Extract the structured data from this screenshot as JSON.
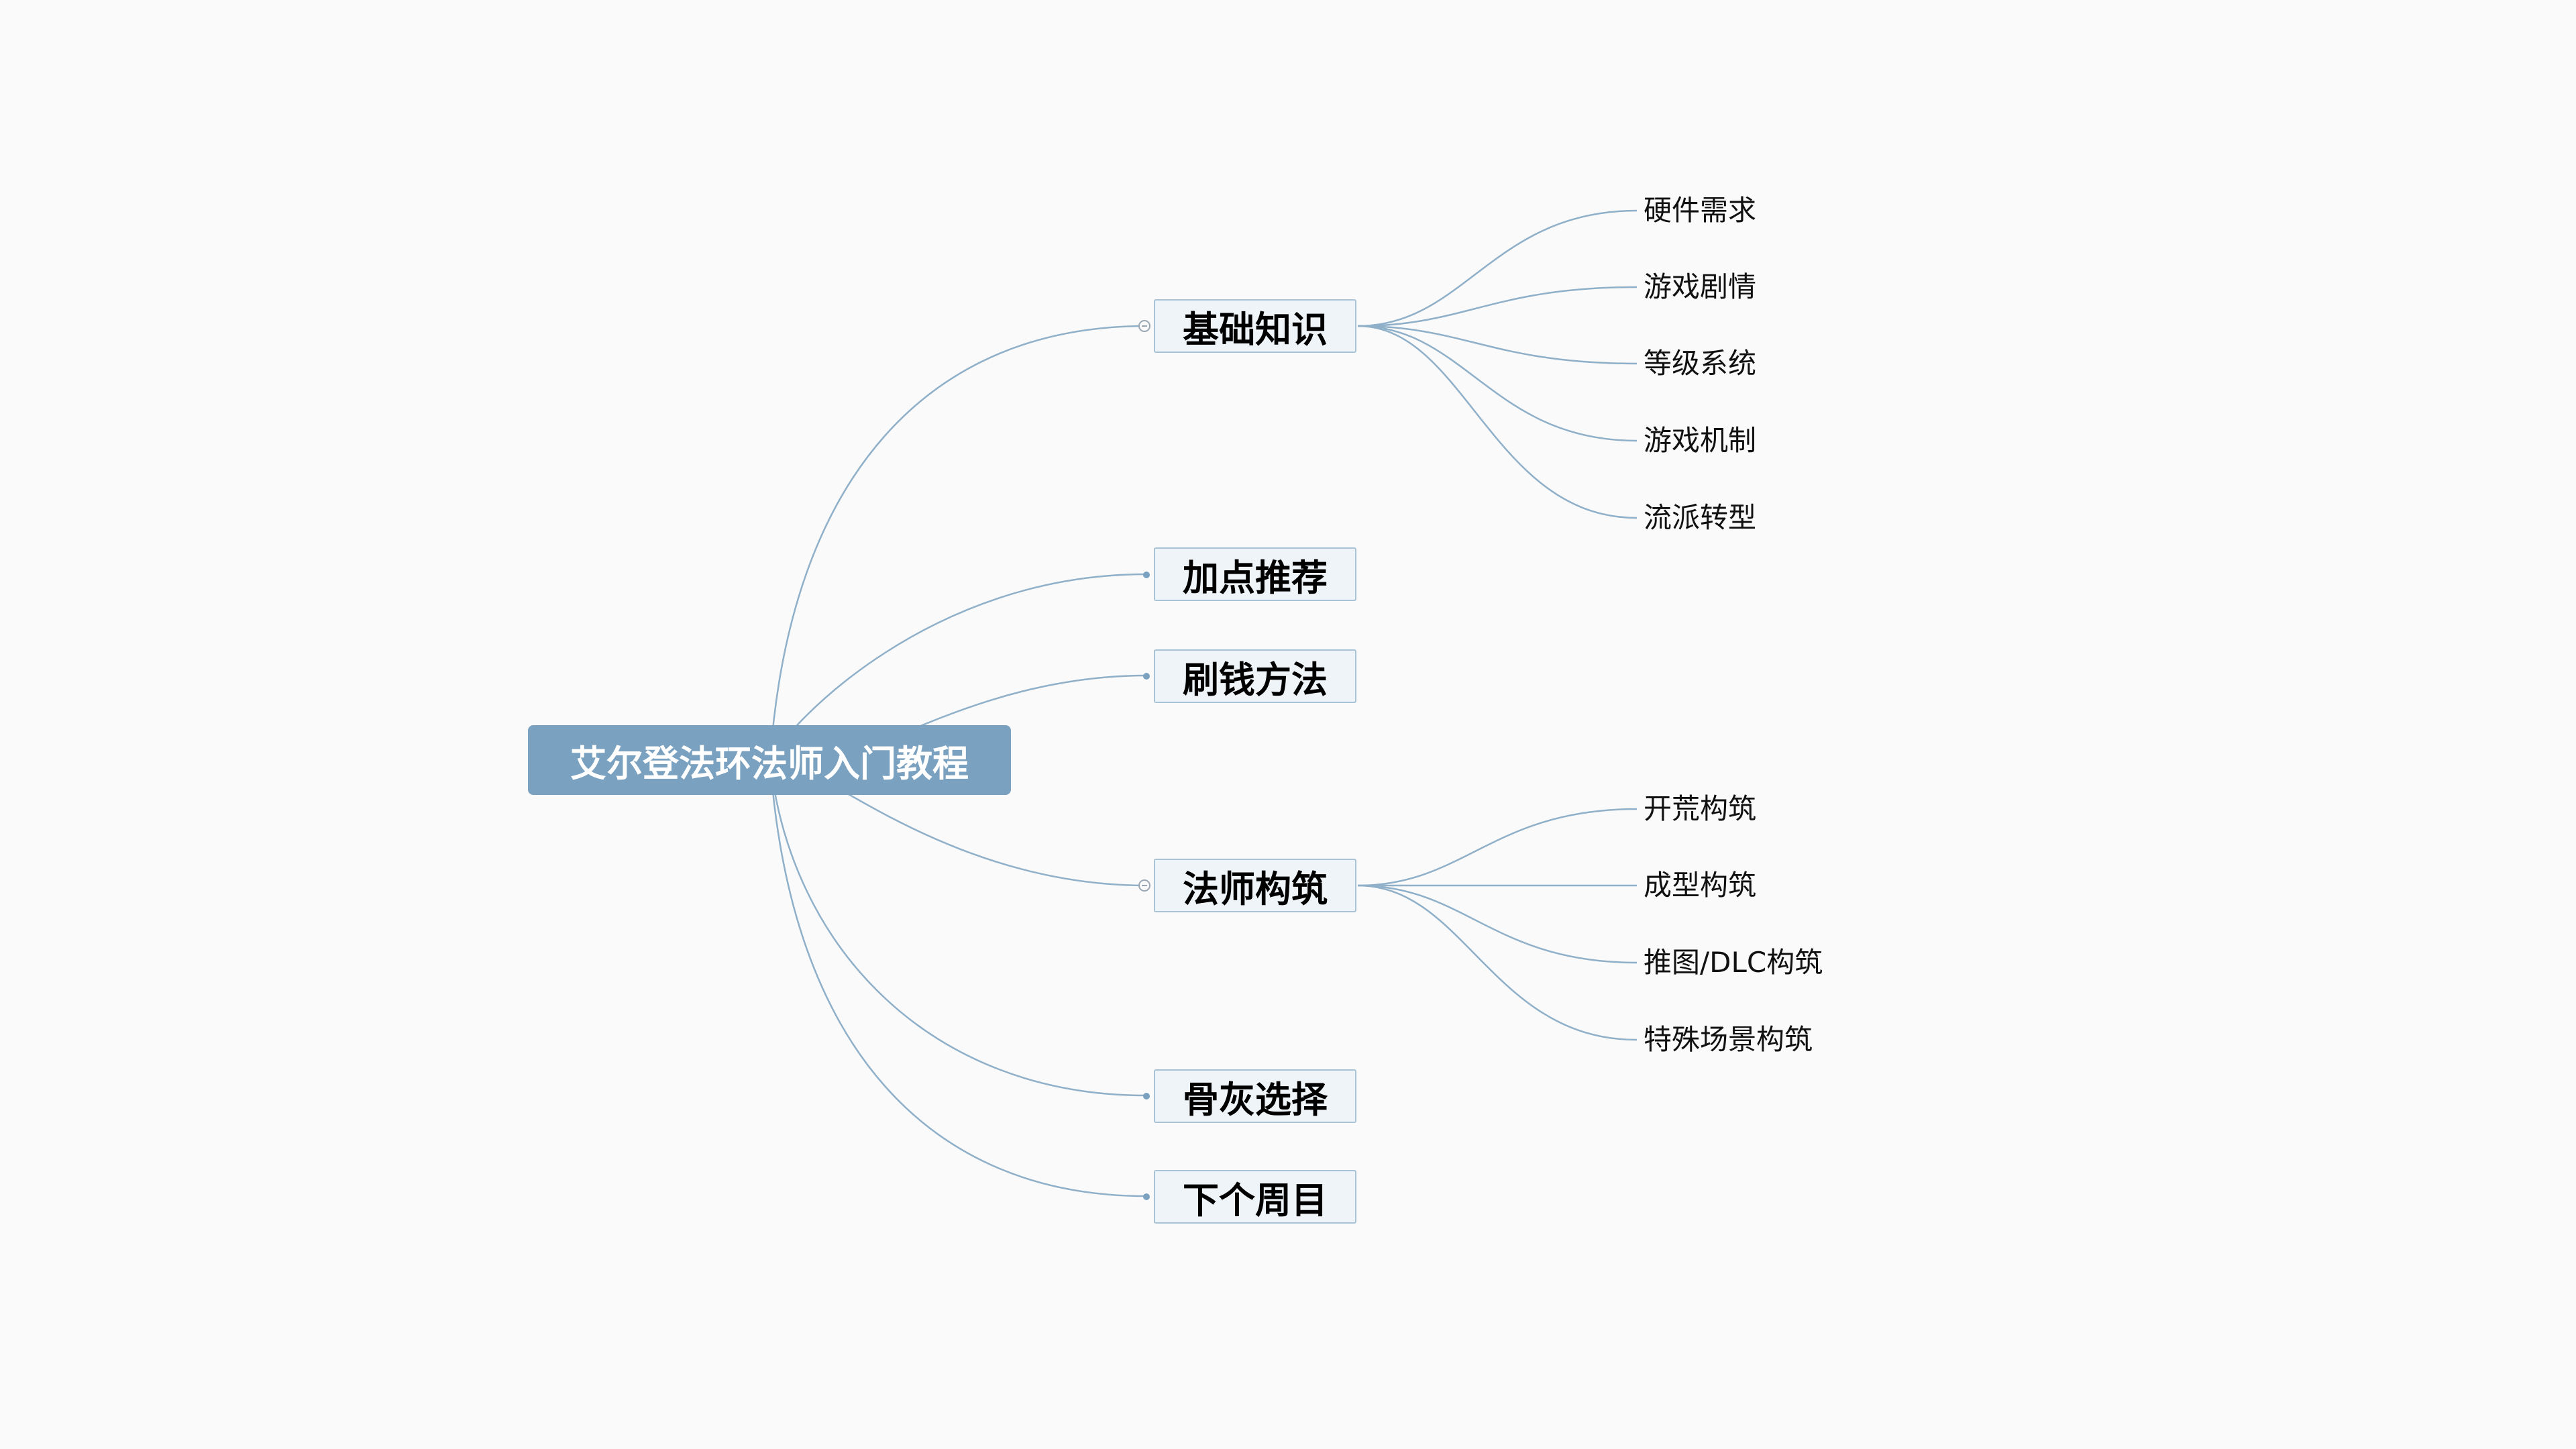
{
  "diagram": {
    "type": "mind-map",
    "colors": {
      "background": "#fafafb",
      "root_fill": "#7aa1bf",
      "root_text": "#ffffff",
      "branch_fill": "#eef4f8",
      "branch_border": "#a9c3d6",
      "edge": "#8fb0c8"
    },
    "root": {
      "label": "艾尔登法环法师入门教程"
    },
    "branches": [
      {
        "label": "基础知识",
        "collapsible": true,
        "children": [
          "硬件需求",
          "游戏剧情",
          "等级系统",
          "游戏机制",
          "流派转型"
        ]
      },
      {
        "label": "加点推荐",
        "collapsible": false,
        "children": []
      },
      {
        "label": "刷钱方法",
        "collapsible": false,
        "children": []
      },
      {
        "label": "法师构筑",
        "collapsible": true,
        "children": [
          "开荒构筑",
          "成型构筑",
          "推图/DLC构筑",
          "特殊场景构筑"
        ]
      },
      {
        "label": "骨灰选择",
        "collapsible": false,
        "children": []
      },
      {
        "label": "下个周目",
        "collapsible": false,
        "children": []
      }
    ]
  }
}
